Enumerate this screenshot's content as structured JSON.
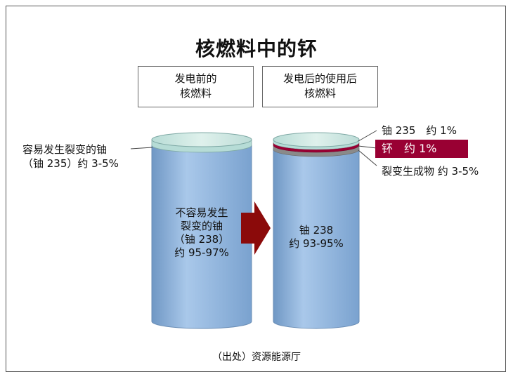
{
  "title": "核燃料中的钚",
  "before_box": {
    "line1": "发电前的",
    "line2": "核燃料"
  },
  "after_box": {
    "line1": "发电后的使用后",
    "line2": "核燃料"
  },
  "left_cylinder": {
    "top_label": {
      "line1": "容易发生裂变的铀",
      "line2": "（铀 235）约 3-5%"
    },
    "body_label": {
      "line1": "不容易发生",
      "line2": "裂变的铀",
      "line3": "（铀 238）",
      "line4": "约 95-97%"
    }
  },
  "right_cylinder": {
    "u235_label": "铀 235　约 1%",
    "pu_label": "钚　约 1%",
    "fission_label": "裂变生成物 约 3-5%",
    "body_label": {
      "line1": "铀 238",
      "line2": "约 93-95%"
    }
  },
  "source": "（出处）资源能源厅",
  "colors": {
    "cylinder_body": "#8fb4dc",
    "cylinder_top": "#cbe6e0",
    "plutonium": "#990033",
    "fission_products": "#8a8a8a",
    "arrow": "#8b0a0a"
  }
}
